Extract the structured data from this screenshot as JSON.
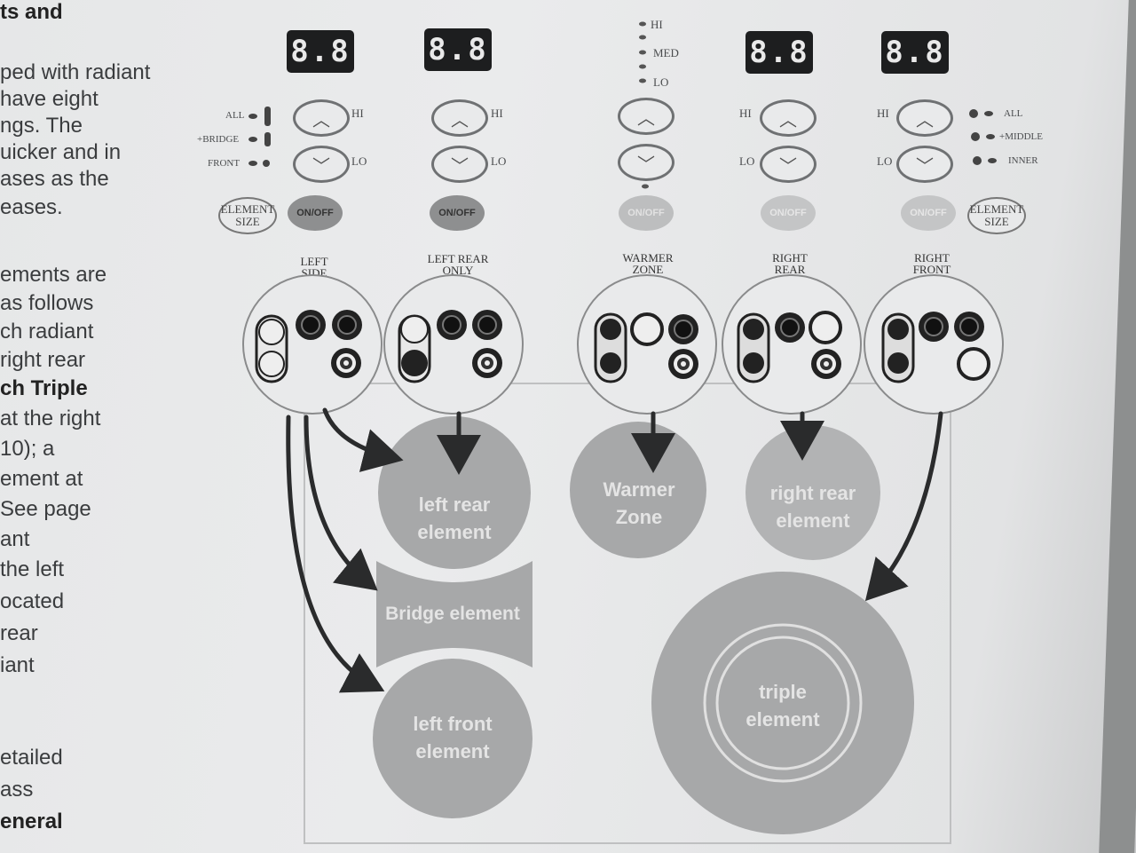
{
  "left_text": {
    "lines": [
      {
        "text": "ts and",
        "bold": true
      },
      {
        "text": "ped with radiant",
        "bold": false
      },
      {
        "text": "have eight",
        "bold": false
      },
      {
        "text": "ngs. The",
        "bold": false
      },
      {
        "text": "uicker and in",
        "bold": false
      },
      {
        "text": "ases as the",
        "bold": false
      },
      {
        "text": "eases.",
        "bold": false
      },
      {
        "text": "ements are",
        "bold": false
      },
      {
        "text": "as follows",
        "bold": false
      },
      {
        "text": "ch radiant",
        "bold": false
      },
      {
        "text": "right rear",
        "bold": false
      },
      {
        "text": "ch Triple",
        "bold": true
      },
      {
        "text": "at the right",
        "bold": false
      },
      {
        "text": "10); a",
        "bold": false
      },
      {
        "text": "ement at",
        "bold": false
      },
      {
        "text": "See page",
        "bold": false
      },
      {
        "text": "ant",
        "bold": false
      },
      {
        "text": "the left",
        "bold": false
      },
      {
        "text": "ocated",
        "bold": false
      },
      {
        "text": "rear",
        "bold": false
      },
      {
        "text": "iant",
        "bold": false
      },
      {
        "text": "etailed",
        "bold": false
      },
      {
        "text": "ass",
        "bold": false
      },
      {
        "text": "eneral",
        "bold": true
      }
    ]
  },
  "displays": [
    "8.8",
    "8.8",
    "8.8",
    "8.8"
  ],
  "warmer_levels": {
    "hi": "HI",
    "med": "MED",
    "lo": "LO"
  },
  "control_labels": {
    "hi": "HI",
    "lo": "LO"
  },
  "left_size_options": {
    "all": "ALL",
    "bridge": "+BRIDGE",
    "front": "FRONT"
  },
  "right_size_options": {
    "all": "ALL",
    "middle": "+MIDDLE",
    "inner": "INNER"
  },
  "element_size_label": "ELEMENT SIZE",
  "onoff_label": "ON/OFF",
  "zones": {
    "left_side": "LEFT SIDE",
    "left_rear_only": "LEFT REAR ONLY",
    "warmer_zone": "WARMER ZONE",
    "right_rear": "RIGHT REAR",
    "right_front": "RIGHT FRONT"
  },
  "elements": {
    "left_rear": "left rear element",
    "bridge": "Bridge element",
    "left_front": "left front element",
    "warmer": "Warmer Zone",
    "right_rear": "right rear element",
    "triple": "triple element"
  }
}
